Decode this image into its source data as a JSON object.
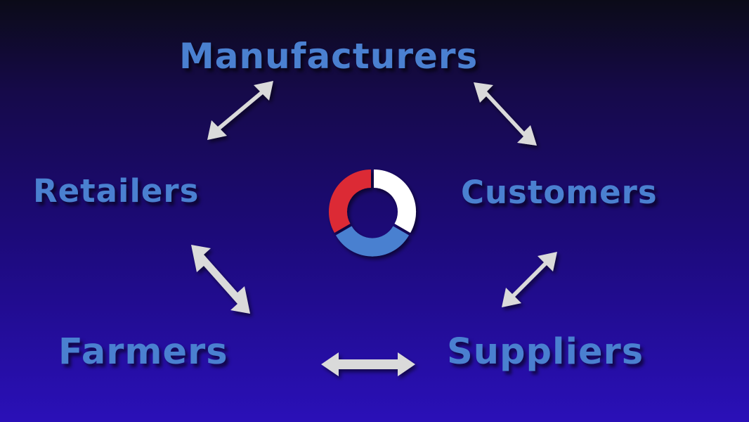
{
  "nodes": {
    "manufacturers": "Manufacturers",
    "retailers": "Retailers",
    "customers": "Customers",
    "farmers": "Farmers",
    "suppliers": "Suppliers"
  },
  "colors": {
    "node_text": "#4a80d0",
    "arrow": "#dadada",
    "ring_red": "#dc2a36",
    "ring_white": "#ffffff",
    "ring_blue": "#4a80d0"
  },
  "icons": {
    "arrows": "double-headed-arrow",
    "center": "tricolor-ring-icon"
  }
}
